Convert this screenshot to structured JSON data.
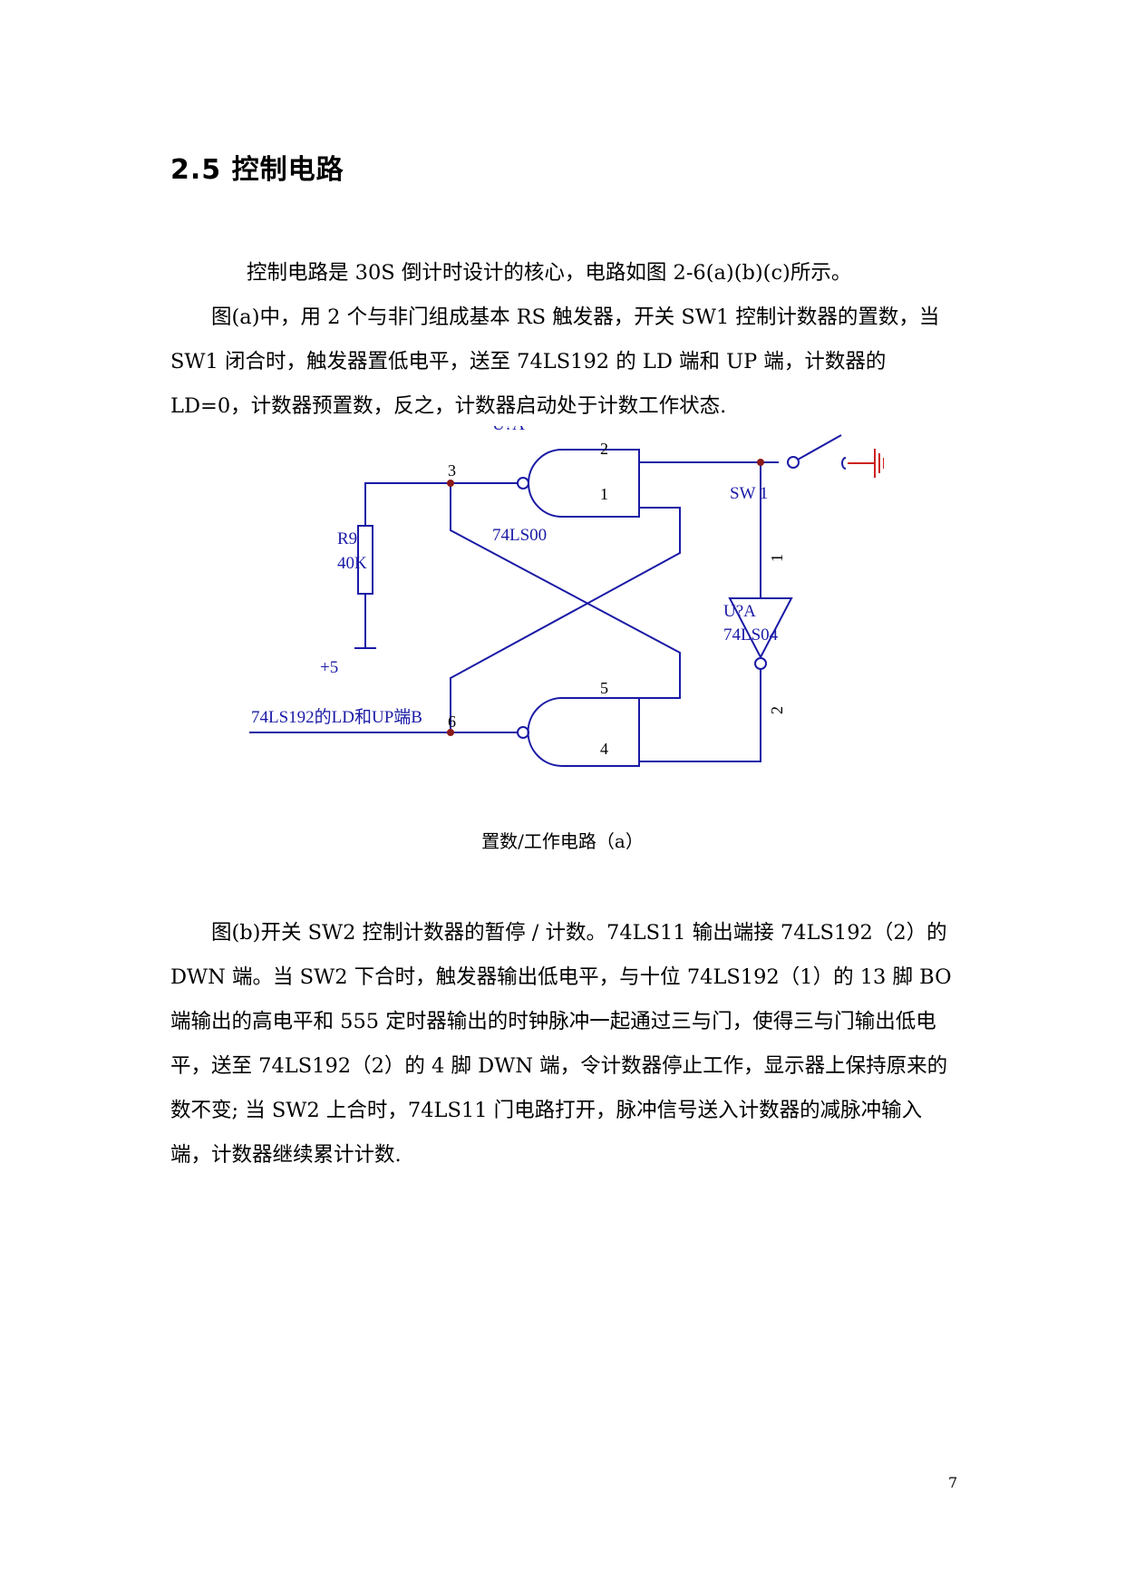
{
  "heading": "2.5 控制电路",
  "paragraphs_top": [
    "控制电路是 30S 倒计时设计的核心，电路如图 2-6(a)(b)(c)所示。",
    "图(a)中，用 2 个与非门组成基本 RS 触发器，开关 SW1 控制计数器的置数，当 SW1 闭合时，触发器置低电平，送至 74LS192 的 LD 端和 UP 端，计数器的 LD=0，计数器预置数，反之，计数器启动处于计数工作状态."
  ],
  "circuit": {
    "gate_top_ref": "U?A",
    "gate_top_part": "74LS00",
    "resistor_ref": "R9",
    "resistor_value": "40K",
    "supply": "+5",
    "switch_ref": "SW 1",
    "inverter_ref": "U?A",
    "inverter_part": "74LS04",
    "output_label": "74LS192的LD和UP端B",
    "pins": {
      "p1": "1",
      "p2": "2",
      "p3": "3",
      "p4": "4",
      "p5": "5",
      "p6": "6",
      "inv_in": "1",
      "inv_out": "2"
    },
    "colors": {
      "wire": "#1a1aa6",
      "label": "#1a1aa6",
      "junction": "#8b1a1a",
      "ground": "#cc2222"
    }
  },
  "caption": "置数/工作电路（a）",
  "paragraphs_bottom": [
    "图(b)开关 SW2 控制计数器的暂停 / 计数。74LS11 输出端接 74LS192（2）的 DWN 端。当 SW2 下合时，触发器输出低电平，与十位 74LS192（1）的 13 脚 BO 端输出的高电平和 555 定时器输出的时钟脉冲一起通过三与门，使得三与门输出低电平，送至 74LS192（2）的 4 脚 DWN 端，令计数器停止工作，显示器上保持原来的数不变; 当 SW2 上合时，74LS11 门电路打开，脉冲信号送入计数器的减脉冲输入端，计数器继续累计计数."
  ],
  "page_number": "7"
}
